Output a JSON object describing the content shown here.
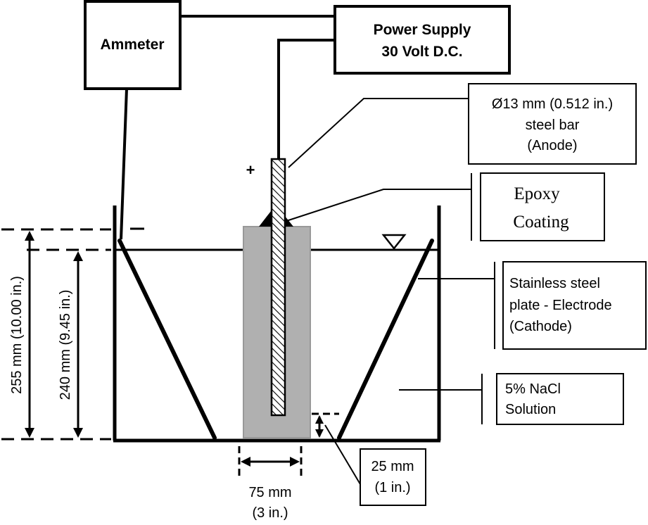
{
  "ammeter": {
    "label": "Ammeter"
  },
  "power_supply": {
    "line1": "Power Supply",
    "line2": "30 Volt D.C."
  },
  "anode_label": {
    "line1": "Ø13 mm (0.512 in.)",
    "line2": "steel bar",
    "line3": "(Anode)"
  },
  "epoxy_label": {
    "line1": "Epoxy",
    "line2": "Coating"
  },
  "cathode_label": {
    "line1": "Stainless steel",
    "line2": "plate - Electrode",
    "line3": "(Cathode)"
  },
  "solution_label": {
    "line1": "5% NaCl",
    "line2": "Solution"
  },
  "cover_label": {
    "line1": "25 mm",
    "line2": "(1 in.)"
  },
  "width_label": {
    "line1": "75 mm",
    "line2": "(3 in.)"
  },
  "dim_255": "255 mm (10.00 in.)",
  "dim_240": "240 mm (9.45 in.)",
  "polarity": {
    "plus": "+",
    "minus": "−"
  }
}
